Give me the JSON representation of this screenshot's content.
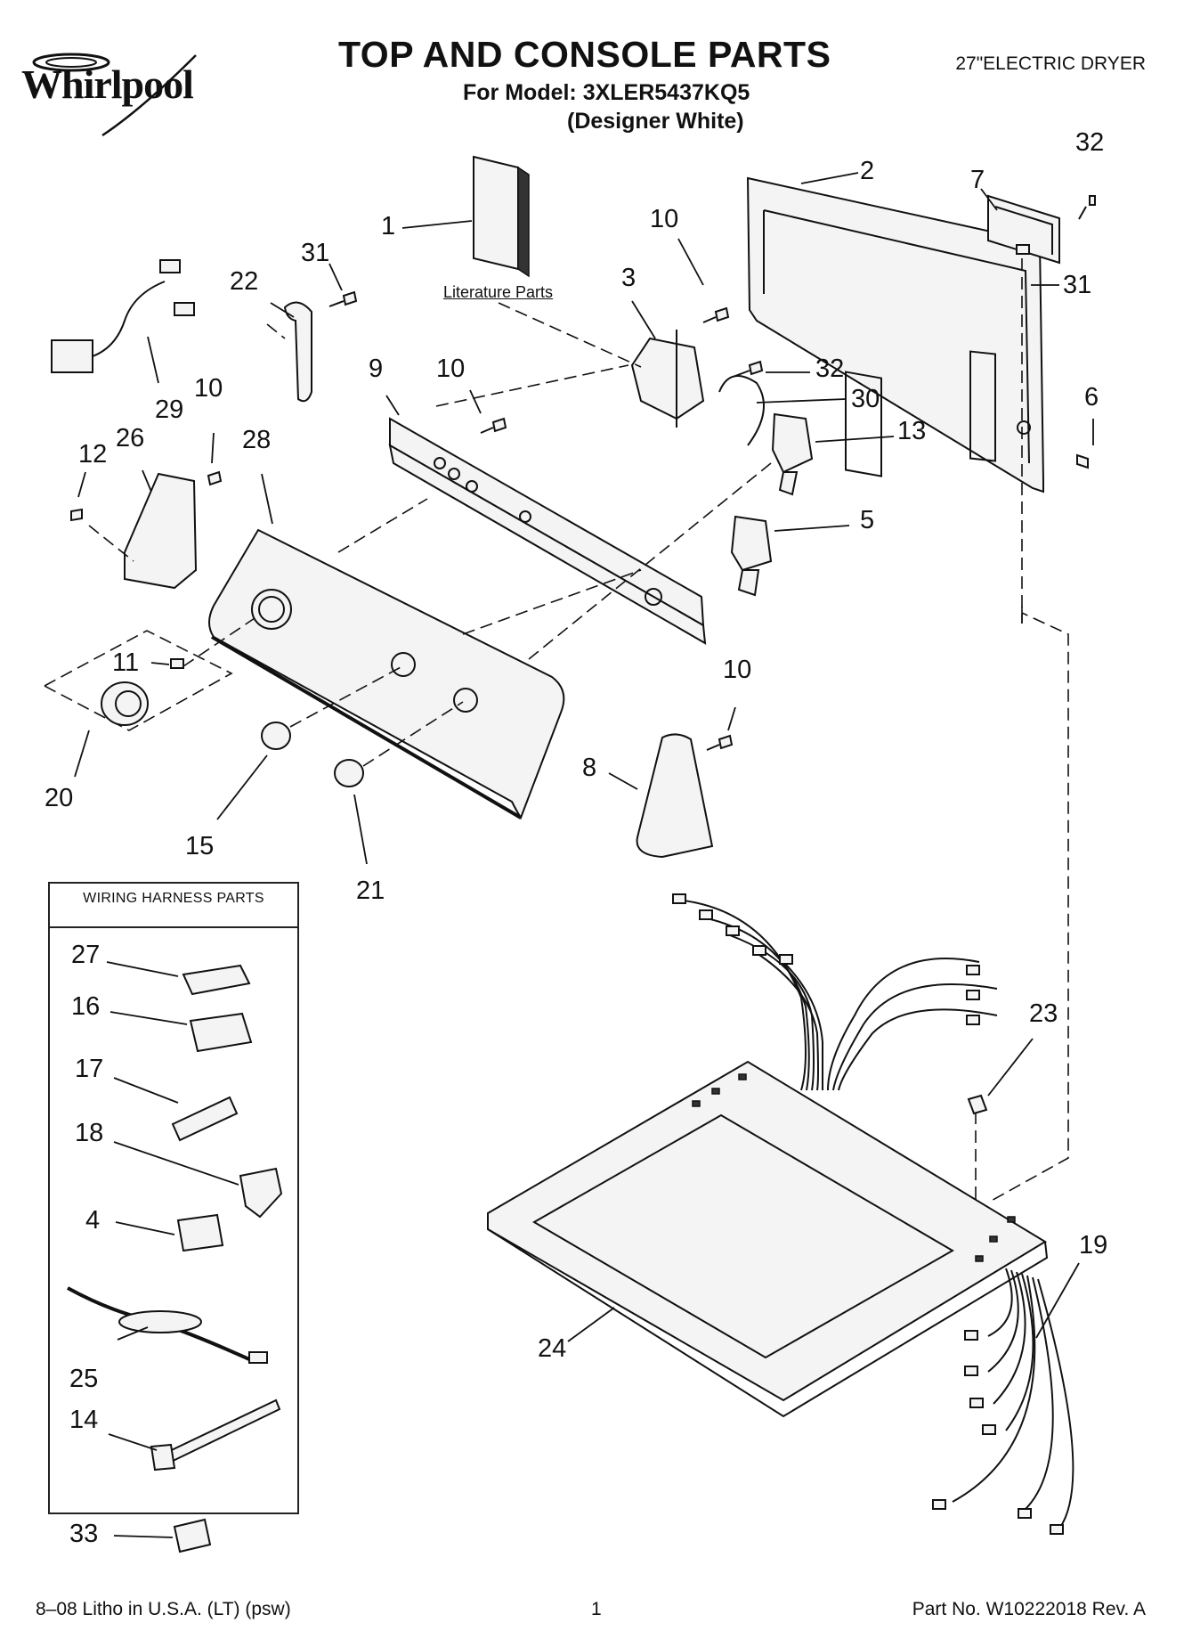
{
  "header": {
    "brand": "Whirlpool",
    "title": "TOP AND CONSOLE PARTS",
    "model_line": "For Model: 3XLER5437KQ5",
    "variant_line": "(Designer White)",
    "product": "27\"ELECTRIC DRYER"
  },
  "literature_label": "Literature Parts",
  "wiring_box_title": "WIRING HARNESS PARTS",
  "callouts": [
    {
      "id": "c1",
      "text": "1"
    },
    {
      "id": "c2",
      "text": "2"
    },
    {
      "id": "c32a",
      "text": "32"
    },
    {
      "id": "c7",
      "text": "7"
    },
    {
      "id": "c10a",
      "text": "10"
    },
    {
      "id": "c3",
      "text": "3"
    },
    {
      "id": "c31a",
      "text": "31"
    },
    {
      "id": "c22",
      "text": "22"
    },
    {
      "id": "c31b",
      "text": "31"
    },
    {
      "id": "c9",
      "text": "9"
    },
    {
      "id": "c10b",
      "text": "10"
    },
    {
      "id": "c32b",
      "text": "32"
    },
    {
      "id": "c30",
      "text": "30"
    },
    {
      "id": "c6",
      "text": "6"
    },
    {
      "id": "c13",
      "text": "13"
    },
    {
      "id": "c29",
      "text": "29"
    },
    {
      "id": "c10c",
      "text": "10"
    },
    {
      "id": "c26",
      "text": "26"
    },
    {
      "id": "c28",
      "text": "28"
    },
    {
      "id": "c12",
      "text": "12"
    },
    {
      "id": "c5",
      "text": "5"
    },
    {
      "id": "c11",
      "text": "11"
    },
    {
      "id": "c10d",
      "text": "10"
    },
    {
      "id": "c8",
      "text": "8"
    },
    {
      "id": "c20",
      "text": "20"
    },
    {
      "id": "c15",
      "text": "15"
    },
    {
      "id": "c21",
      "text": "21"
    },
    {
      "id": "c27",
      "text": "27"
    },
    {
      "id": "c16",
      "text": "16"
    },
    {
      "id": "c17",
      "text": "17"
    },
    {
      "id": "c18",
      "text": "18"
    },
    {
      "id": "c4",
      "text": "4"
    },
    {
      "id": "c25",
      "text": "25"
    },
    {
      "id": "c14",
      "text": "14"
    },
    {
      "id": "c33",
      "text": "33"
    },
    {
      "id": "c23",
      "text": "23"
    },
    {
      "id": "c19",
      "text": "19"
    },
    {
      "id": "c24",
      "text": "24"
    }
  ],
  "footer": {
    "print_info": "8–08 Litho in U.S.A. (LT) (psw)",
    "page_number": "1",
    "part_number": "Part No. W10222018 Rev. A"
  }
}
